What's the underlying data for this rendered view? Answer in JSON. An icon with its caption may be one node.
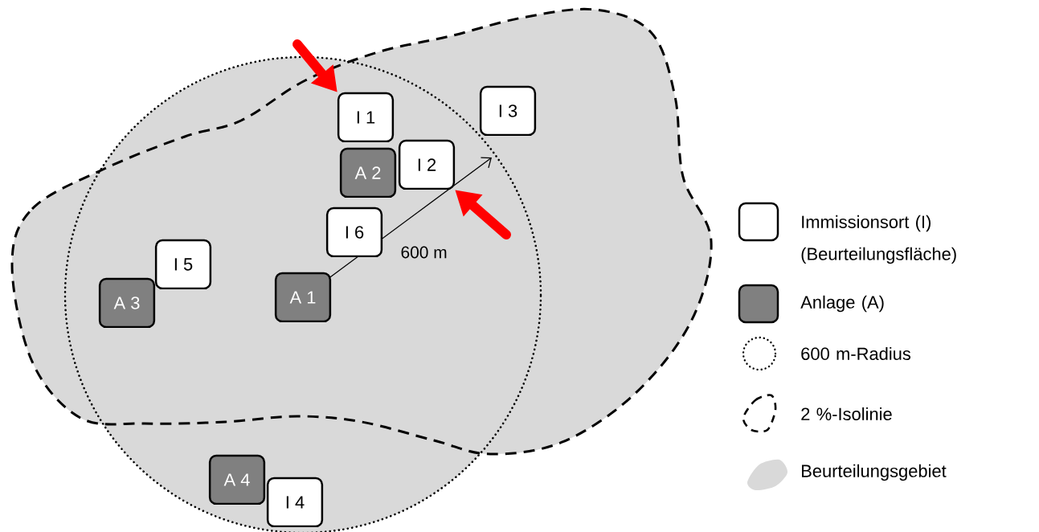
{
  "diagram": {
    "nodes": [
      {
        "text": [
          "I 1"
        ]
      },
      {
        "text": [
          "I 3"
        ]
      },
      {
        "text": [
          "A 2"
        ]
      },
      {
        "text": [
          "I 2"
        ]
      },
      {
        "text": [
          "I 6"
        ]
      },
      {
        "text": [
          "I 5"
        ]
      },
      {
        "text": [
          "A 3"
        ]
      },
      {
        "text": [
          "A 1"
        ]
      },
      {
        "text": [
          "A 4"
        ]
      },
      {
        "text": [
          "I 4"
        ]
      }
    ],
    "edges": [
      {
        "from": null,
        "to": 0,
        "arrow": "to"
      },
      {
        "from": null,
        "to": 3,
        "arrow": "to"
      }
    ],
    "labels": [
      "600 m"
    ],
    "legend": [
      {
        "text": "Immissionsort (I) (Beurteilungsfläche)"
      },
      {
        "text": "Anlage (A)"
      },
      {
        "text": "600 m-Radius"
      },
      {
        "text": "2 %-Isolinie"
      },
      {
        "text": "Beurteilungsgebiet"
      }
    ]
  }
}
